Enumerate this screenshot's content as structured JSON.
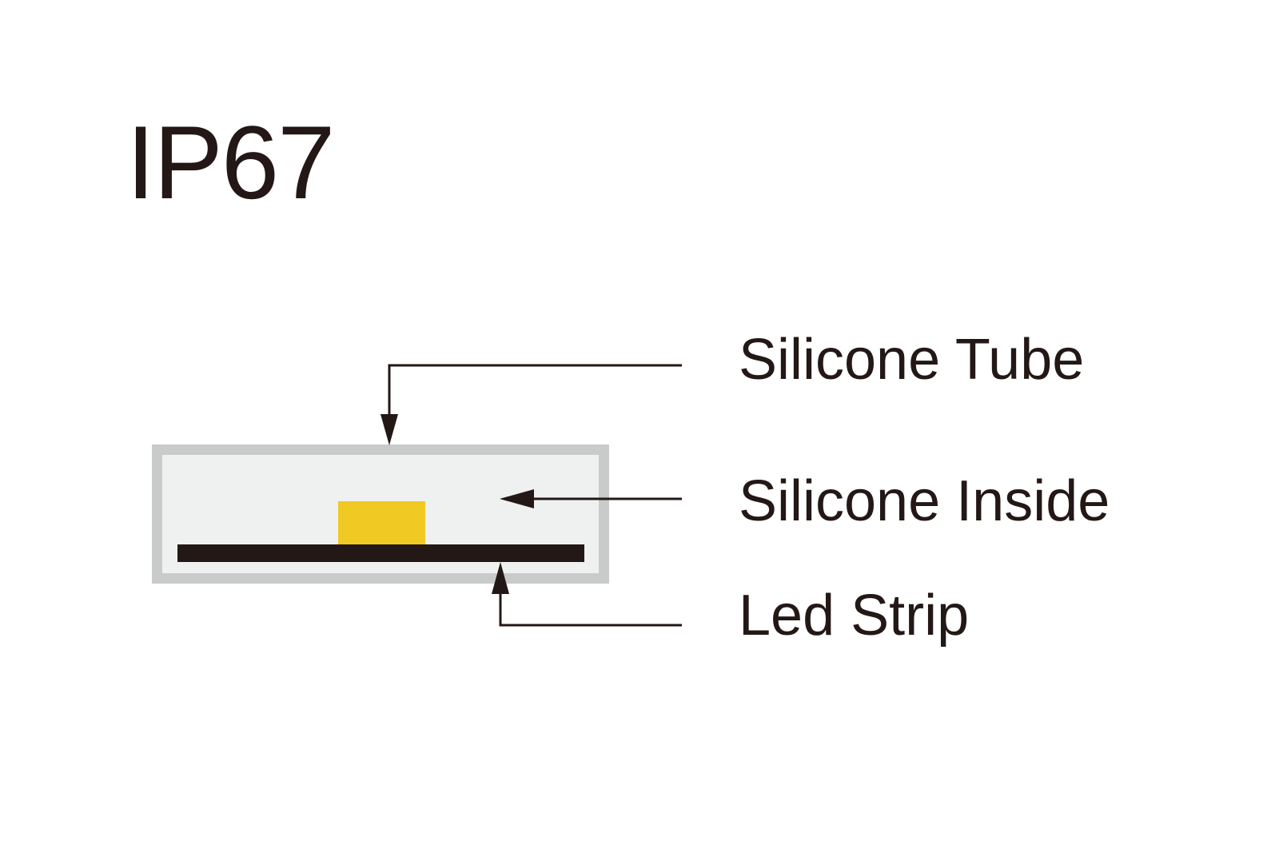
{
  "title": "IP67",
  "labels": {
    "silicone_tube": "Silicone Tube",
    "silicone_inside": "Silicone Inside",
    "led_strip": "Led Strip"
  },
  "colors": {
    "text": "#231815",
    "tube_outer": "#c9caca",
    "tube_inner": "#eff0f0",
    "led_chip": "#f0c923",
    "strip": "#231815",
    "background": "#ffffff"
  }
}
